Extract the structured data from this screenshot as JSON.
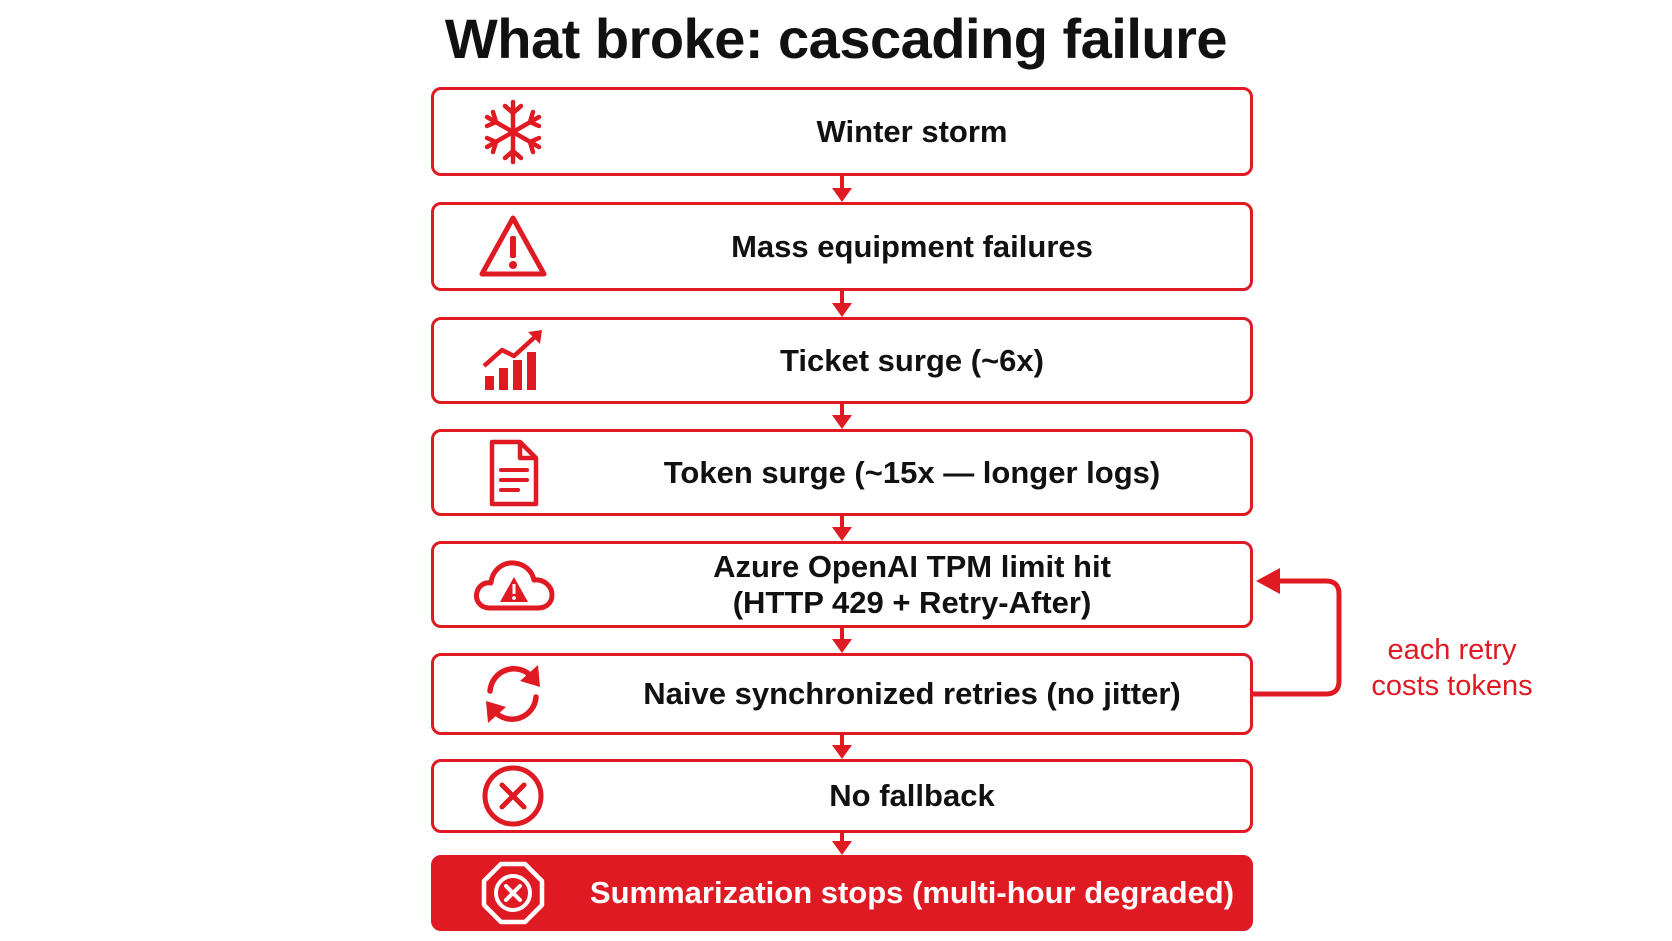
{
  "title": "What broke: cascading failure",
  "accent_color": "#e01a22",
  "steps": [
    {
      "label": "Winter storm",
      "icon": "snowflake-icon"
    },
    {
      "label": "Mass equipment failures",
      "icon": "warning-triangle-icon"
    },
    {
      "label": "Ticket surge (~6x)",
      "icon": "bar-chart-up-icon"
    },
    {
      "label": "Token surge (~15x — longer logs)",
      "icon": "document-icon"
    },
    {
      "label": "Azure OpenAI TPM limit hit\n(HTTP 429 + Retry-After)",
      "icon": "cloud-warning-icon"
    },
    {
      "label": "Naive synchronized retries (no jitter)",
      "icon": "refresh-cycle-icon"
    },
    {
      "label": "No fallback",
      "icon": "x-circle-icon"
    },
    {
      "label": "Summarization stops (multi-hour degraded)",
      "icon": "stop-octagon-icon"
    }
  ],
  "feedback_note": "each retry\ncosts tokens"
}
